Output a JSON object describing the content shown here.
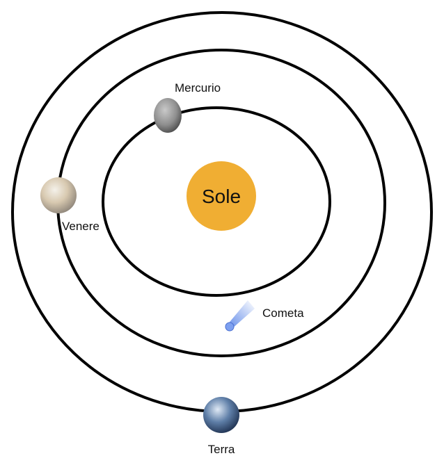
{
  "labels": {
    "sun": "Sole",
    "mercury": "Mercurio",
    "venus": "Venere",
    "comet": "Cometa",
    "earth": "Terra"
  },
  "colors": {
    "sun": "#F0AE33",
    "orbit": "#000000",
    "comet": "#5B86E8"
  }
}
